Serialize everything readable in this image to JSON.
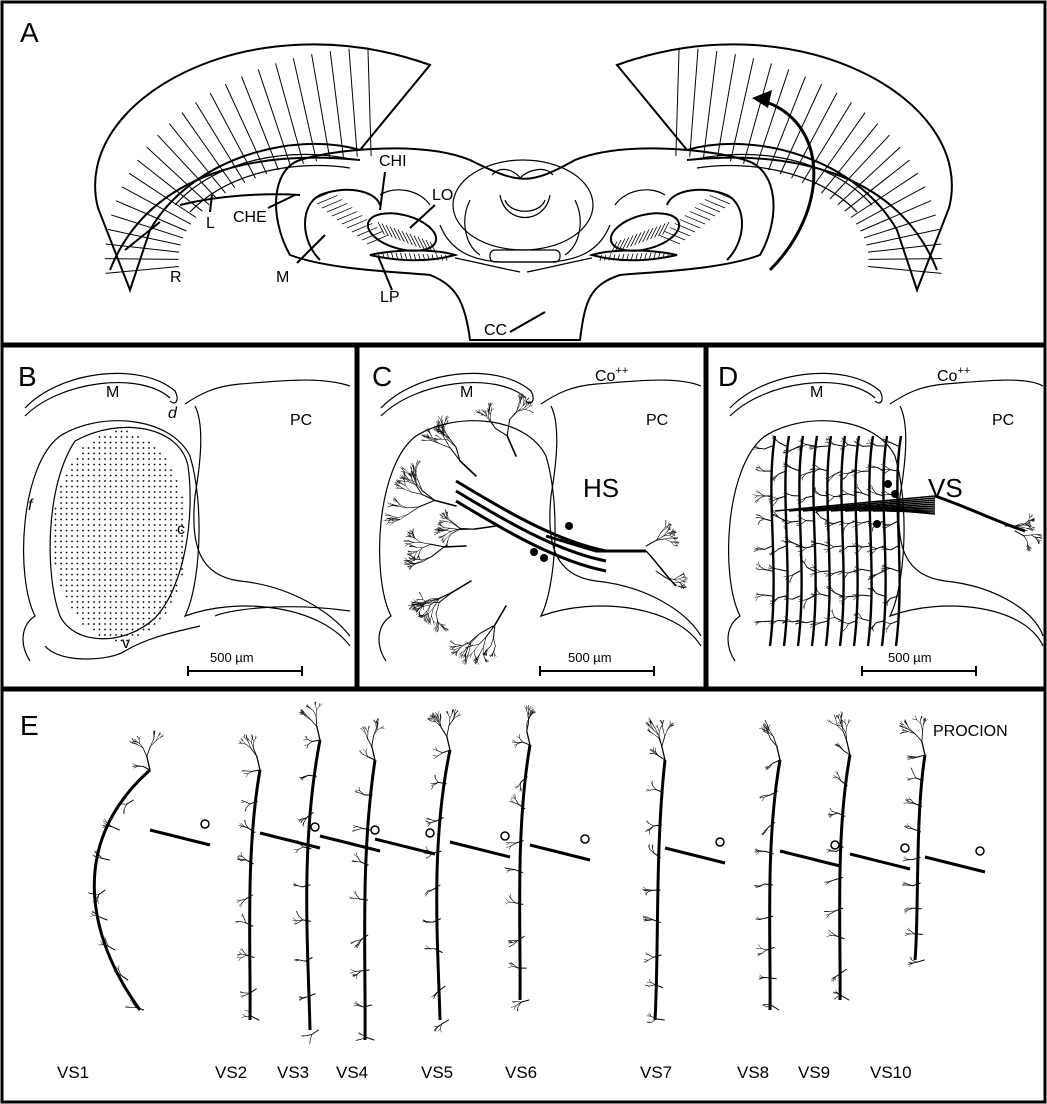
{
  "panels": {
    "A": {
      "letter": "A",
      "labels": {
        "R": "R",
        "L": "L",
        "CHE": "CHE",
        "M": "M",
        "CHI": "CHI",
        "LO": "LO",
        "LP": "LP",
        "CC": "CC"
      }
    },
    "B": {
      "letter": "B",
      "labels": {
        "M": "M",
        "PC": "PC",
        "d": "d",
        "f": "f",
        "c": "c",
        "v": "v"
      },
      "scalebar": "500 µm"
    },
    "C": {
      "letter": "C",
      "stain": "Co",
      "stain_sup": "++",
      "labels": {
        "M": "M",
        "PC": "PC",
        "cell": "HS"
      },
      "scalebar": "500 µm"
    },
    "D": {
      "letter": "D",
      "stain": "Co",
      "stain_sup": "++",
      "labels": {
        "M": "M",
        "PC": "PC",
        "cell": "VS"
      },
      "scalebar": "500 µm"
    },
    "E": {
      "letter": "E",
      "stain": "PROCION",
      "cells": [
        "VS1",
        "VS2",
        "VS3",
        "VS4",
        "VS5",
        "VS6",
        "VS7",
        "VS8",
        "VS9",
        "VS10"
      ]
    }
  }
}
